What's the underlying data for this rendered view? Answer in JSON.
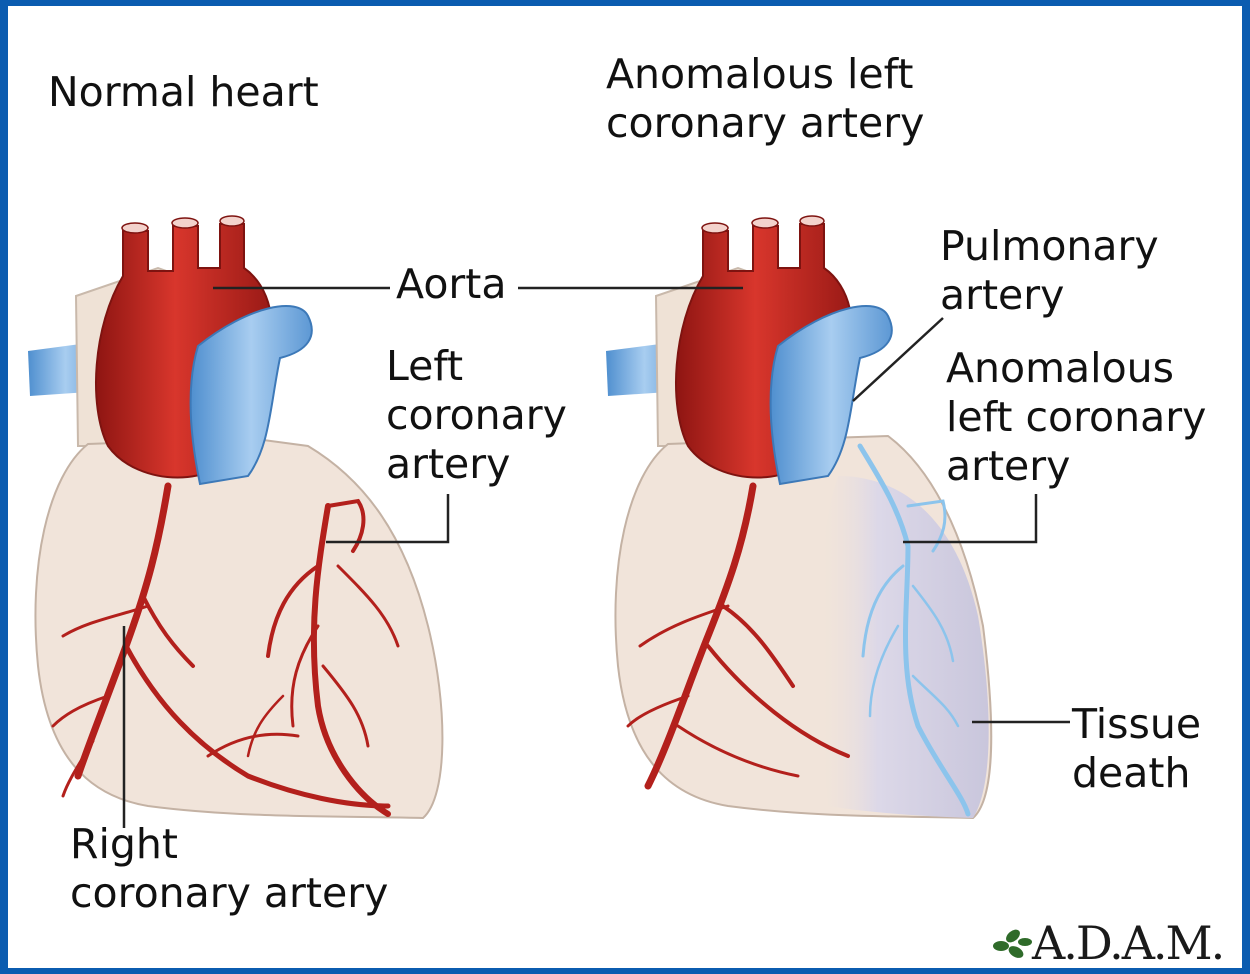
{
  "labels": {
    "normal_heart": "Normal heart",
    "anomalous_title": "Anomalous left\ncoronary artery",
    "aorta": "Aorta",
    "pulmonary_artery": "Pulmonary\nartery",
    "left_coronary_artery": "Left\ncoronary\nartery",
    "anomalous_left_coronary_artery": "Anomalous\nleft coronary\nartery",
    "tissue_death": "Tissue\ndeath",
    "right_coronary_artery": "Right\ncoronary artery"
  },
  "logo": {
    "text": "A.D.A.M."
  },
  "colors": {
    "frame": "#0b5cb0",
    "aorta_red": "#c8231e",
    "pulmonary_blue": "#6fa9dc",
    "heart_tissue": "#f1e4da",
    "dead_tissue": "#d9d6e6",
    "artery_red": "#b3201c",
    "anomalous_artery_blue": "#8cc4ec"
  }
}
